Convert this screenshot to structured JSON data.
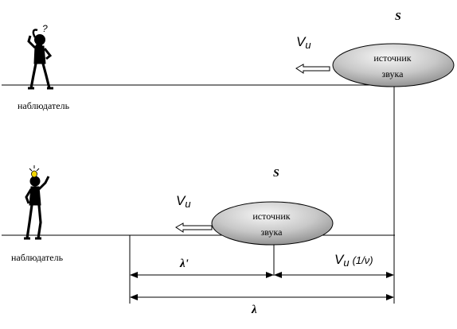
{
  "top_scene": {
    "source_letter": "S",
    "velocity_label": "V",
    "velocity_subscript": "u",
    "source_label_line1": "источник",
    "source_label_line2": "звука",
    "observer_label": "наблюдатель",
    "observer_mark": "?"
  },
  "bottom_scene": {
    "source_letter": "S",
    "velocity_label": "V",
    "velocity_subscript": "u",
    "source_label_line1": "источник",
    "source_label_line2": "звука",
    "observer_label": "наблюдатель"
  },
  "dimensions": {
    "lambda_prime": "λ'",
    "vu_label": "V",
    "vu_subscript": "u",
    "vu_suffix": "(1/ν)",
    "lambda": "λ"
  },
  "colors": {
    "line": "#000000",
    "ellipse_light": "#f4f4f4",
    "ellipse_dark": "#8a8a8a"
  }
}
